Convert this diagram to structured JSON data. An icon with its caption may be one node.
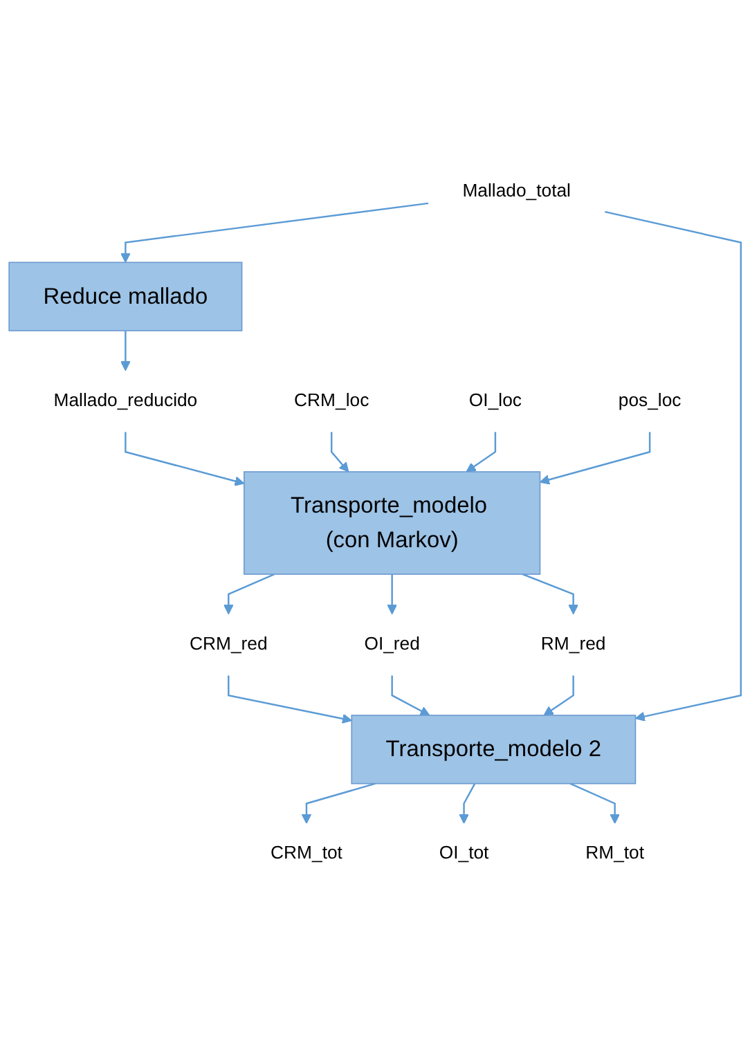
{
  "diagram": {
    "nodes": [
      {
        "text": [
          "Mallado_total"
        ]
      },
      {
        "text": [
          "Reduce mallado"
        ]
      },
      {
        "text": [
          "Mallado_reducido"
        ]
      },
      {
        "text": [
          "CRM_loc"
        ]
      },
      {
        "text": [
          "OI_loc"
        ]
      },
      {
        "text": [
          "pos_loc"
        ]
      },
      {
        "text": [
          "Transporte_modelo (con Markov)"
        ]
      },
      {
        "text": [
          "CRM_red"
        ]
      },
      {
        "text": [
          "OI_red"
        ]
      },
      {
        "text": [
          "RM_red"
        ]
      },
      {
        "text": [
          "Transporte_modelo 2"
        ]
      },
      {
        "text": [
          "CRM_tot"
        ]
      },
      {
        "text": [
          "OI_tot"
        ]
      },
      {
        "text": [
          "RM_tot"
        ]
      }
    ],
    "edges": [
      {
        "from": 0,
        "to": 1,
        "arrow": "to"
      },
      {
        "from": 1,
        "to": 2,
        "arrow": "to"
      },
      {
        "from": 2,
        "to": 6,
        "arrow": "to"
      },
      {
        "from": 3,
        "to": 6,
        "arrow": "to"
      },
      {
        "from": 4,
        "to": 6,
        "arrow": "to"
      },
      {
        "from": 5,
        "to": 6,
        "arrow": "to"
      },
      {
        "from": 6,
        "to": 7,
        "arrow": "to"
      },
      {
        "from": 6,
        "to": 8,
        "arrow": "to"
      },
      {
        "from": 6,
        "to": 9,
        "arrow": "to"
      },
      {
        "from": 7,
        "to": 10,
        "arrow": "to"
      },
      {
        "from": 8,
        "to": 10,
        "arrow": "to"
      },
      {
        "from": 9,
        "to": 10,
        "arrow": "to"
      },
      {
        "from": 0,
        "to": 10,
        "arrow": "to"
      },
      {
        "from": 10,
        "to": 11,
        "arrow": "to"
      },
      {
        "from": 10,
        "to": 12,
        "arrow": "to"
      },
      {
        "from": 10,
        "to": 13,
        "arrow": "to"
      }
    ]
  }
}
